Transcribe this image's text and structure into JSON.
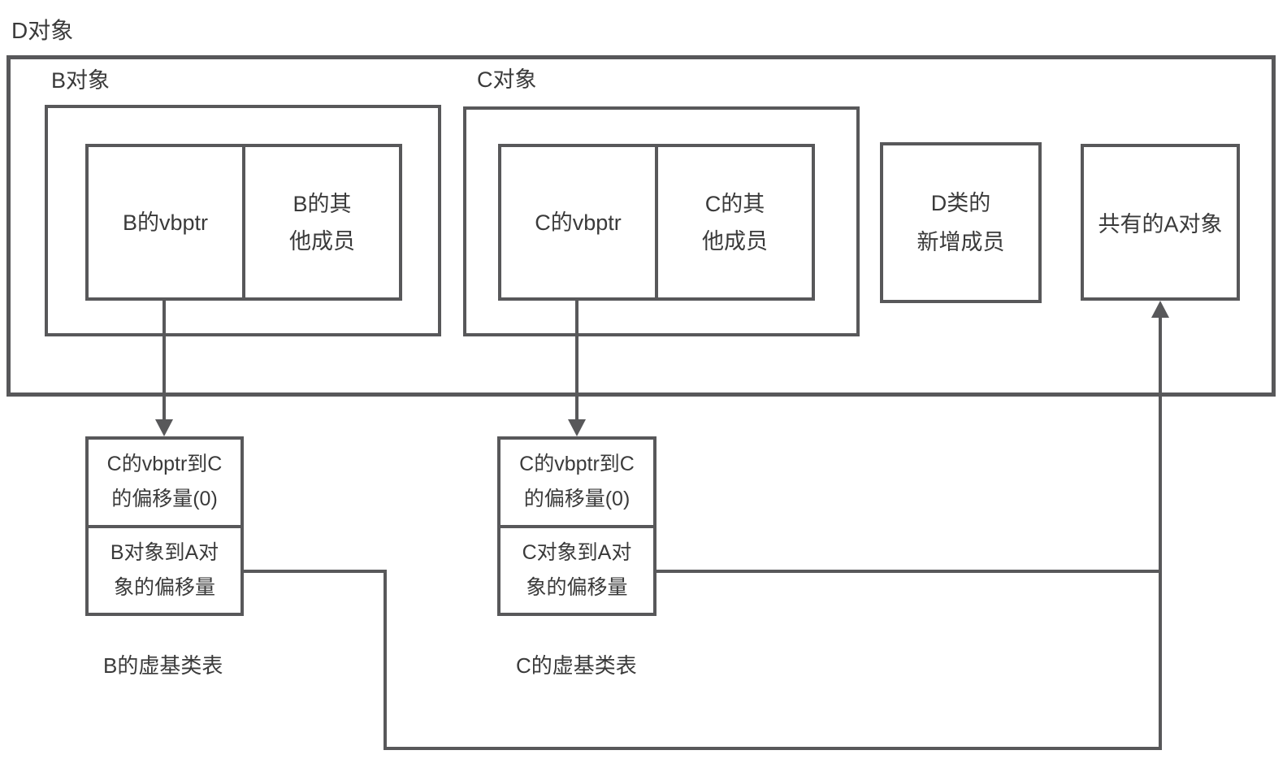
{
  "colors": {
    "line": "#58585a",
    "text": "#3a3a3a",
    "background": "#ffffff"
  },
  "d_object": {
    "label": "D对象",
    "b_object": {
      "label": "B对象",
      "cells": [
        [
          "B的vbptr"
        ],
        [
          "B的其",
          "他成员"
        ]
      ]
    },
    "c_object": {
      "label": "C对象",
      "cells": [
        [
          "C的vbptr"
        ],
        [
          "C的其",
          "他成员"
        ]
      ]
    },
    "d_new_members": [
      "D类的",
      "新增成员"
    ],
    "shared_a_object": "共有的A对象"
  },
  "b_vtable": {
    "rows": [
      [
        "C的vbptr到C",
        "的偏移量(0)"
      ],
      [
        "B对象到A对",
        "象的偏移量"
      ]
    ],
    "caption": "B的虚基类表"
  },
  "c_vtable": {
    "rows": [
      [
        "C的vbptr到C",
        "的偏移量(0)"
      ],
      [
        "C对象到A对",
        "象的偏移量"
      ]
    ],
    "caption": "C的虚基类表"
  }
}
